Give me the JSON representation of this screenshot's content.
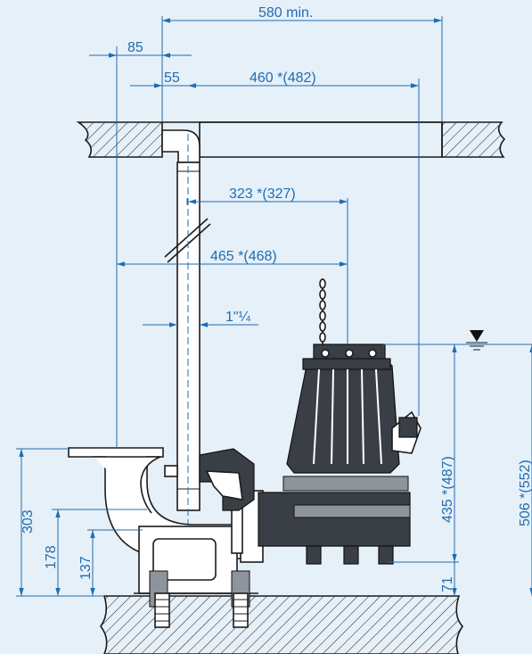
{
  "dimensions": {
    "min_distance": "580 min.",
    "wall_offset": "85",
    "pipe_offset": "55",
    "pipe_to_guide": "460 *(482)",
    "pipe_to_pump_axis": "323 *(327)",
    "wall_to_pump_axis": "465 *(468)",
    "pipe_size": "1\"¼",
    "bracket_height": "303",
    "outlet_height": "178",
    "pipe_center_height": "137",
    "pump_height": "435 *(487)",
    "total_height": "506 *(552)",
    "base_clearance": "71"
  },
  "colors": {
    "background": "#e6f0f8",
    "dimension": "#1f6db3",
    "pump_body": "#3a3f46"
  }
}
